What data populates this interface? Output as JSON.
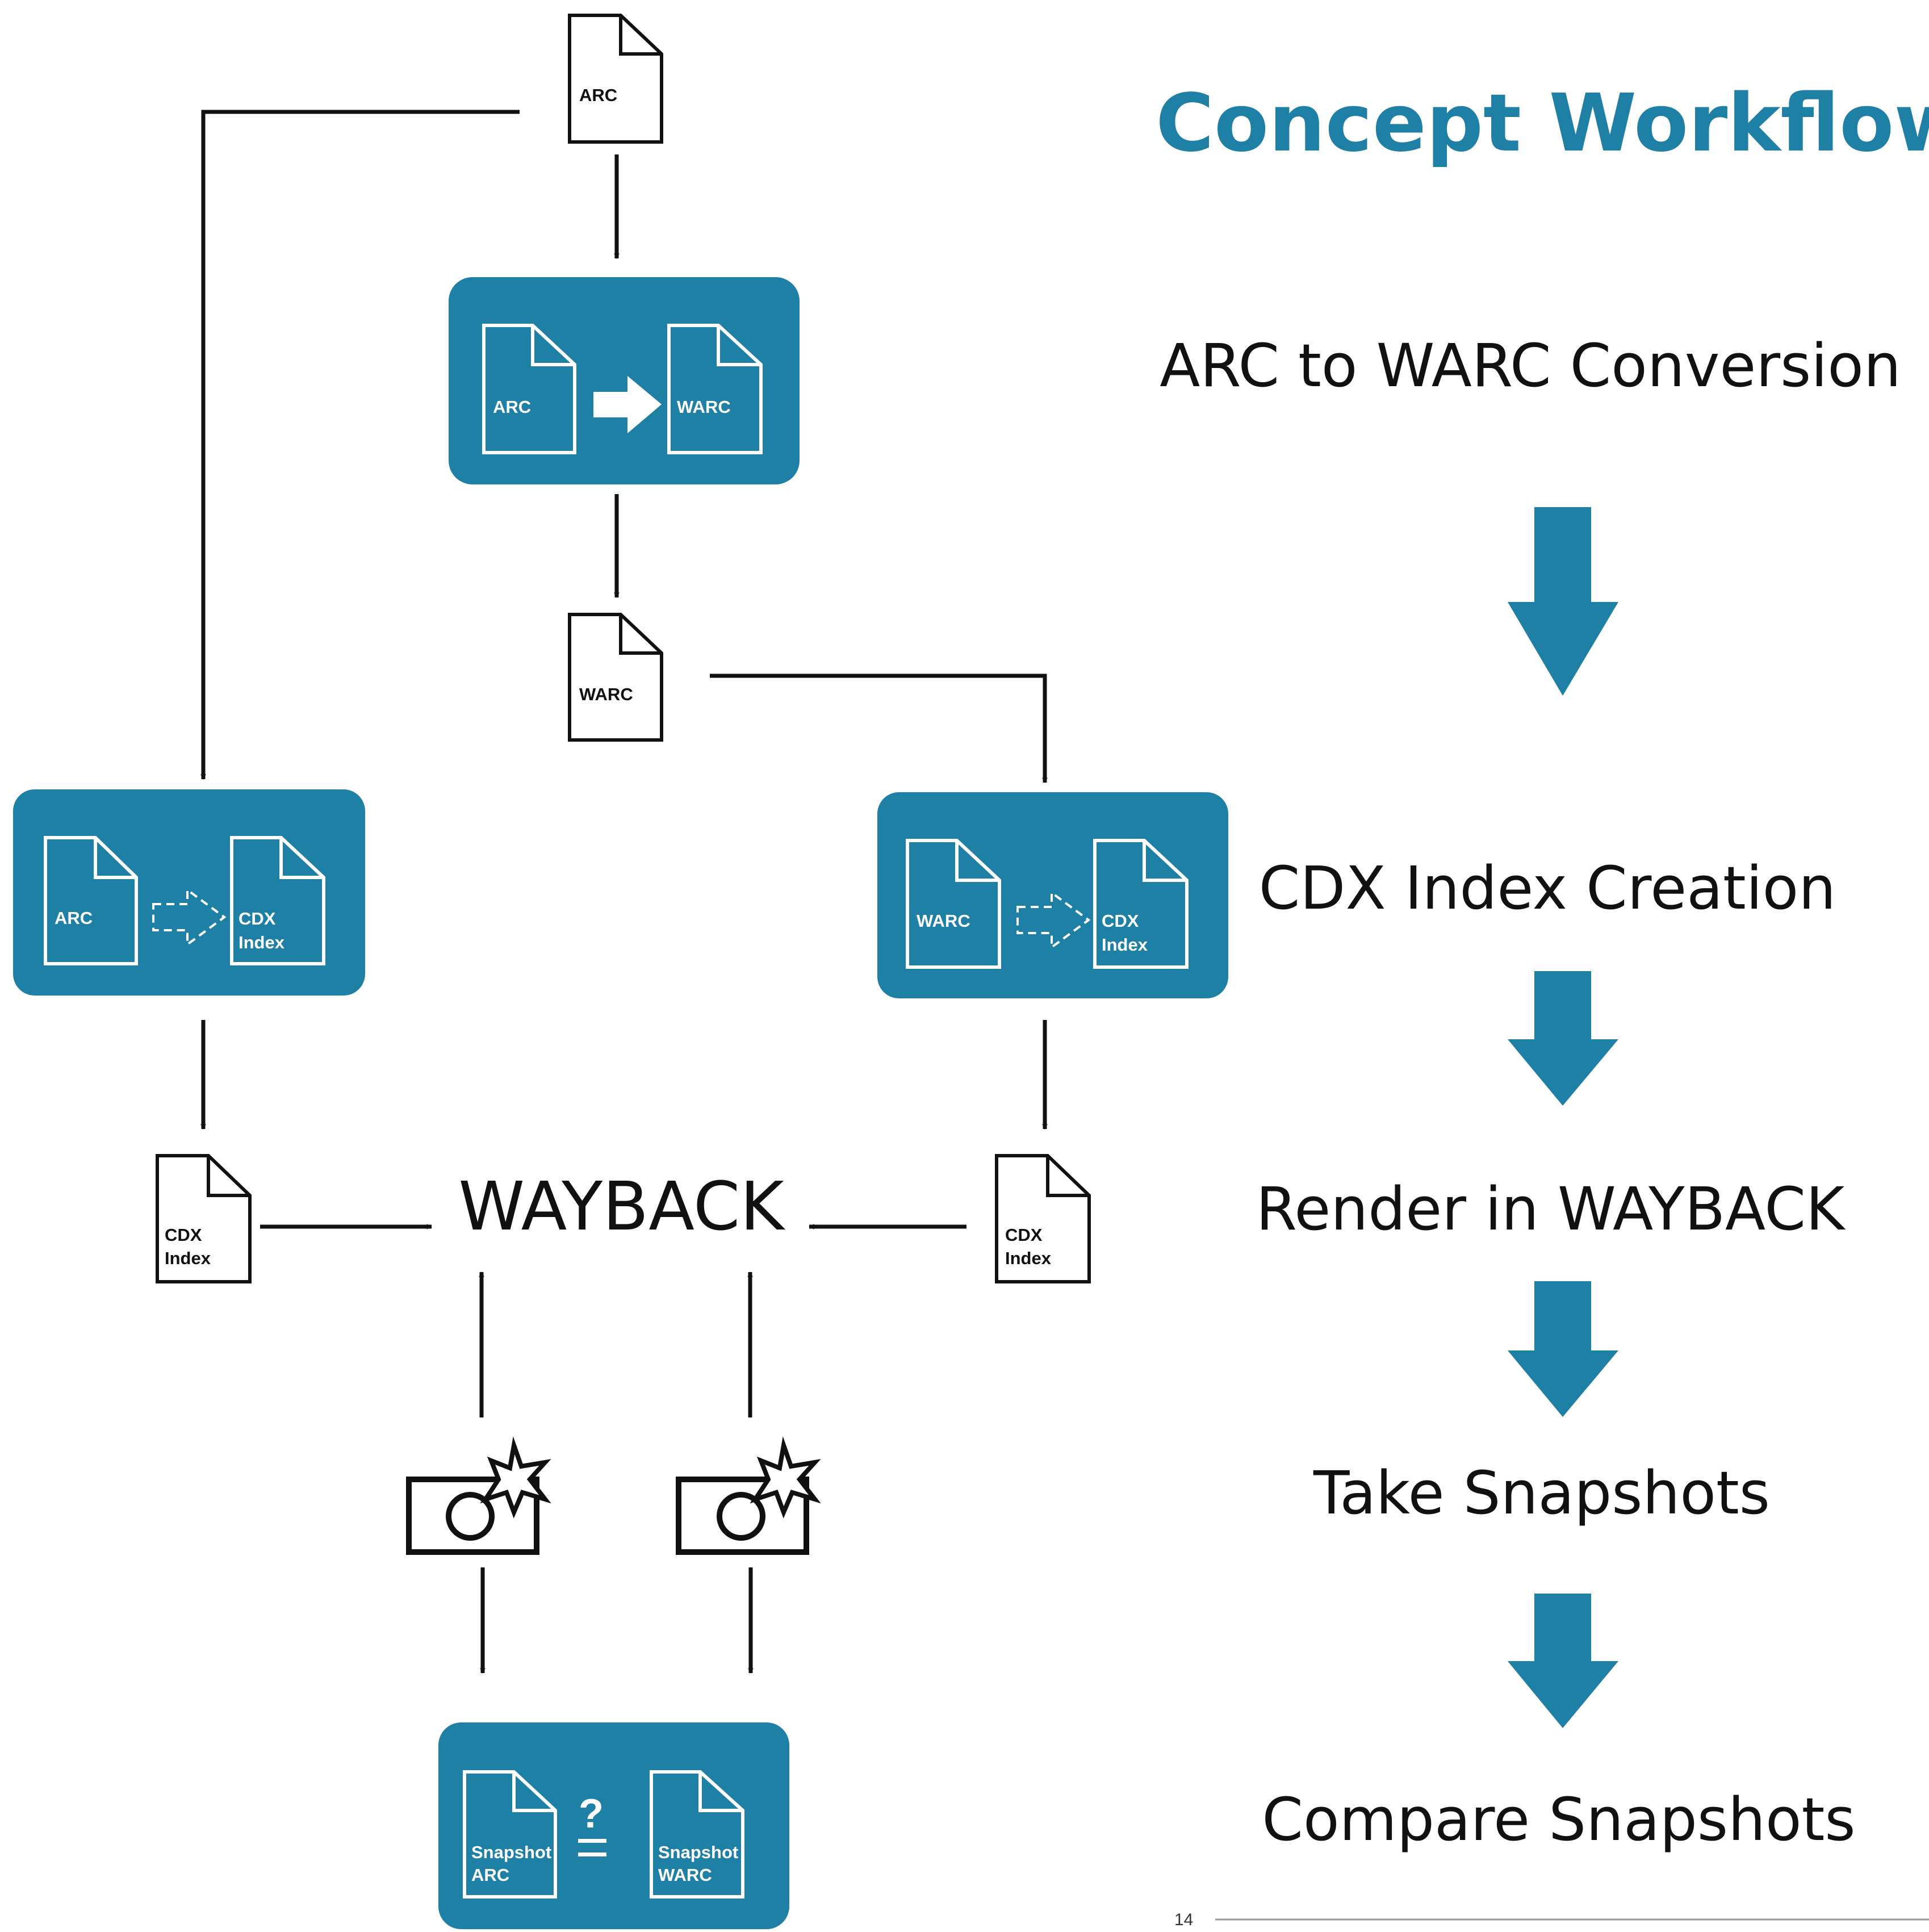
{
  "slide": {
    "title": "Concept Workflow",
    "page_number": "14",
    "accent_color": "#1f80a6"
  },
  "steps": [
    "ARC to WARC Conversion",
    "CDX Index Creation",
    "Render in WAYBACK",
    "Take Snapshots",
    "Compare Snapshots"
  ],
  "diagram": {
    "input_doc": "ARC",
    "convert_box": {
      "from": "ARC",
      "to": "WARC"
    },
    "warc_doc": "WARC",
    "cdx_box_left": {
      "from": "ARC",
      "to_line1": "CDX",
      "to_line2": "Index"
    },
    "cdx_box_right": {
      "from": "WARC",
      "to_line1": "CDX",
      "to_line2": "Index"
    },
    "cdx_doc_left": {
      "line1": "CDX",
      "line2": "Index"
    },
    "cdx_doc_right": {
      "line1": "CDX",
      "line2": "Index"
    },
    "center_label": "WAYBACK",
    "compare_box": {
      "left_line1": "Snapshot",
      "left_line2": "ARC",
      "symbol": "?",
      "right_line1": "Snapshot",
      "right_line2": "WARC"
    },
    "icons": [
      "document-icon",
      "arrow-right-icon",
      "dashed-arrow-icon",
      "camera-icon",
      "flash-icon",
      "arrow-down-icon"
    ]
  }
}
